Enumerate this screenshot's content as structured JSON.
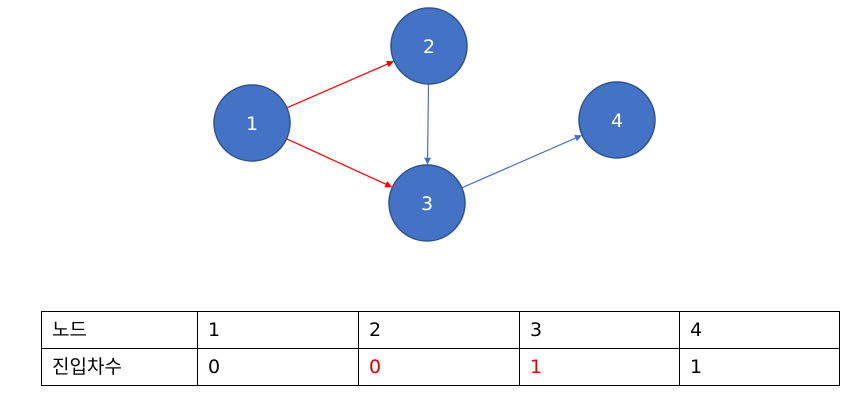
{
  "colors": {
    "node_fill": "#4472c4",
    "node_stroke": "#2f528f",
    "node_text": "#ffffff",
    "edge_highlight": "#ff0000",
    "edge_default": "#4472c4",
    "value_highlight": "#ff0000"
  },
  "graph": {
    "nodes": [
      {
        "id": "1",
        "label": "1"
      },
      {
        "id": "2",
        "label": "2"
      },
      {
        "id": "3",
        "label": "3"
      },
      {
        "id": "4",
        "label": "4"
      }
    ],
    "edges": [
      {
        "from": "1",
        "to": "2",
        "highlighted": true
      },
      {
        "from": "1",
        "to": "3",
        "highlighted": true
      },
      {
        "from": "2",
        "to": "3",
        "highlighted": false
      },
      {
        "from": "3",
        "to": "4",
        "highlighted": false
      }
    ]
  },
  "table": {
    "header_label": "노드",
    "row_label": "진입차수",
    "nodes": [
      "1",
      "2",
      "3",
      "4"
    ],
    "in_degrees": [
      "0",
      "0",
      "1",
      "1"
    ],
    "highlighted": [
      false,
      true,
      true,
      false
    ]
  }
}
